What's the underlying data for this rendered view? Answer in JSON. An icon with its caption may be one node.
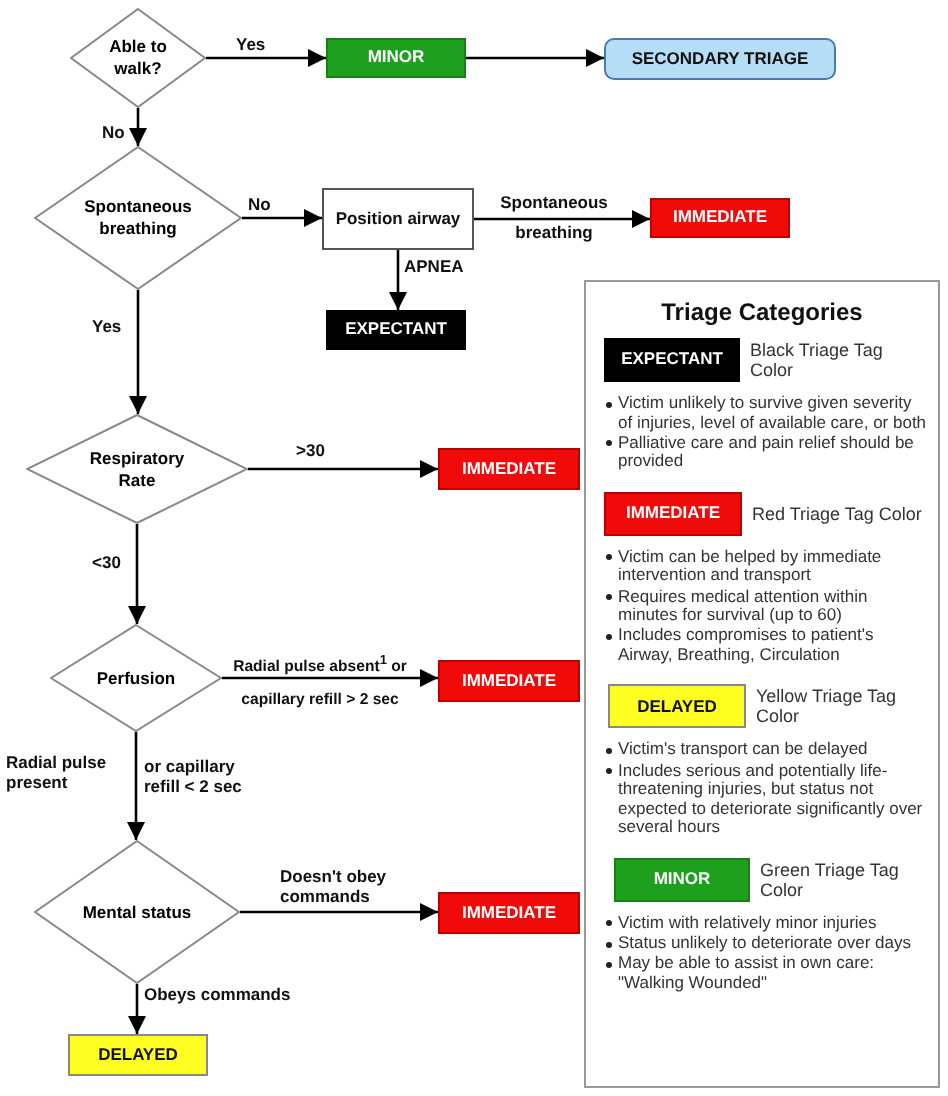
{
  "diagram": {
    "nodes": [
      {
        "text": [
          "Able to walk?"
        ]
      },
      {
        "text": [
          "MINOR"
        ]
      },
      {
        "text": [
          "SECONDARY TRIAGE"
        ]
      },
      {
        "text": [
          "Spontaneous breathing"
        ]
      },
      {
        "text": [
          "Position airway"
        ]
      },
      {
        "text": [
          "IMMEDIATE"
        ]
      },
      {
        "text": [
          "EXPECTANT"
        ]
      },
      {
        "text": [
          "Respiratory Rate"
        ]
      },
      {
        "text": [
          "IMMEDIATE"
        ]
      },
      {
        "text": [
          "Perfusion"
        ]
      },
      {
        "text": [
          "IMMEDIATE"
        ]
      },
      {
        "text": [
          "Mental status"
        ]
      },
      {
        "text": [
          "IMMEDIATE"
        ]
      },
      {
        "text": [
          "DELAYED"
        ]
      },
      {
        "text": [
          "Triage Categories"
        ]
      },
      {
        "text": [
          "EXPECTANT"
        ],
        "in": 14,
        "beside": [
          "Black Triage Tag Color"
        ]
      },
      {
        "text": [
          "IMMEDIATE"
        ],
        "in": 14,
        "beside": [
          "Red Triage Tag Color"
        ]
      },
      {
        "text": [
          "DELAYED"
        ],
        "in": 14,
        "beside": [
          "Yellow Triage Tag Color"
        ]
      },
      {
        "text": [
          "MINOR"
        ],
        "in": 14,
        "beside": [
          "Green Triage Tag Color"
        ]
      }
    ],
    "edges": [
      {
        "from": 0,
        "to": 1,
        "arrow": "to",
        "label": "Yes"
      },
      {
        "from": 1,
        "to": 2,
        "arrow": "to"
      },
      {
        "from": 0,
        "to": 3,
        "arrow": "to",
        "label": "No"
      },
      {
        "from": 3,
        "to": 4,
        "arrow": "to",
        "label": "No"
      },
      {
        "from": 4,
        "to": 5,
        "arrow": "to",
        "label": "Spontaneous breathing"
      },
      {
        "from": 4,
        "to": 6,
        "arrow": "to",
        "label": "APNEA"
      },
      {
        "from": 3,
        "to": 7,
        "arrow": "to",
        "label": "Yes"
      },
      {
        "from": 7,
        "to": 8,
        "arrow": "to",
        "label": ">30"
      },
      {
        "from": 7,
        "to": 9,
        "arrow": "to",
        "label": "<30"
      },
      {
        "from": 9,
        "to": 10,
        "arrow": "to",
        "label": "Radial pulse absent$^{1}$ or capillary refill > 2 sec"
      },
      {
        "from": 9,
        "to": 11,
        "arrow": "to",
        "label": "or capillary refill < 2 sec"
      },
      {
        "from": 11,
        "to": 12,
        "arrow": "to",
        "label": "Doesn't obey commands"
      },
      {
        "from": 11,
        "to": 13,
        "arrow": "to",
        "label": "Obeys commands"
      }
    ],
    "labels": [
      "Radial pulse present",
      "Victim unlikely to survive given severity of injuries, level of available care, or both",
      "Palliative care and pain relief should be provided",
      "Victim can be helped by immediate intervention and transport",
      "Requires medical attention within minutes for survival (up to 60)",
      "Includes compromises to patient's Airway, Breathing, Circulation",
      "Victim's transport can be delayed",
      "Includes serious and potentially life-threatening injuries, but status not expected to deteriorate significantly over several hours",
      "Victim with relatively minor injuries",
      "Status unlikely to deteriorate over days",
      "May be able to assist in own care: \"Walking Wounded\""
    ]
  }
}
